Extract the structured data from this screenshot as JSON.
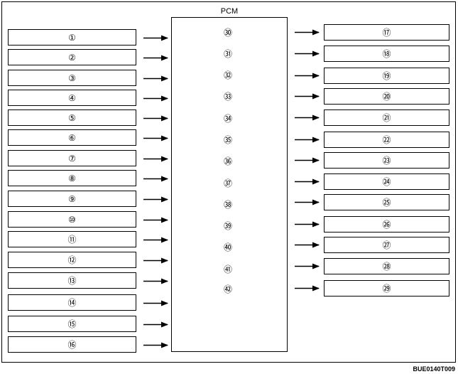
{
  "pcm_label": "PCM",
  "inputs": [
    "①",
    "②",
    "③",
    "④",
    "⑤",
    "⑥",
    "⑦",
    "⑧",
    "⑨",
    "⑩",
    "⑪",
    "⑫",
    "⑬",
    "⑭",
    "⑮",
    "⑯"
  ],
  "outputs": [
    "⑰",
    "⑱",
    "⑲",
    "⑳",
    "㉑",
    "㉒",
    "㉓",
    "㉔",
    "㉕",
    "㉖",
    "㉗",
    "㉘",
    "㉙"
  ],
  "pcm_terminals": [
    "㉚",
    "㉛",
    "㉜",
    "㉝",
    "㉞",
    "㉟",
    "㊱",
    "㊲",
    "㊳",
    "㊴",
    "㊵",
    "㊶",
    "㊷"
  ],
  "figure_code": "BUE0140T009"
}
